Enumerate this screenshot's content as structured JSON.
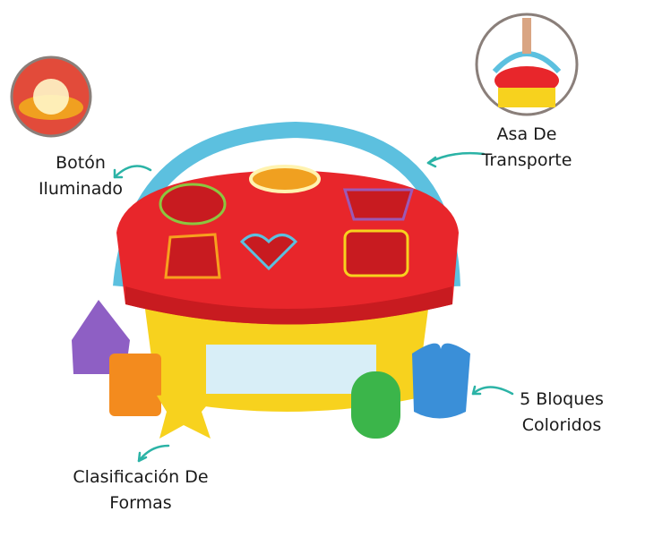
{
  "labels": {
    "illuminated_button": [
      "Botón",
      "Iluminado"
    ],
    "carry_handle": [
      "Asa De",
      "Transporte"
    ],
    "colored_blocks": [
      "5 Bloques",
      "Coloridos"
    ],
    "shape_sorting": [
      "Clasificación De",
      "Formas"
    ]
  },
  "colors": {
    "arrow": "#2bb3a6",
    "lid": "#e8262b",
    "base": "#f7d21e",
    "handle": "#5cc0df"
  }
}
